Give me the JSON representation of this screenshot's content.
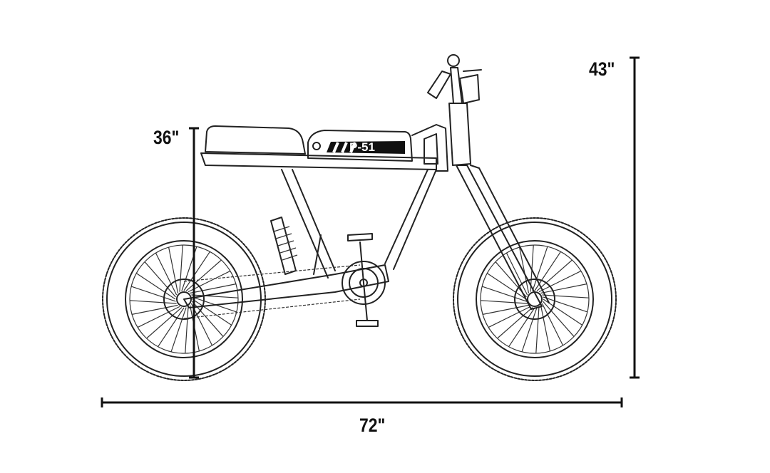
{
  "dimensions": {
    "seat_height": "36\"",
    "overall_height": "43\"",
    "overall_length": "72\""
  },
  "bike": {
    "badge_text": "P-51"
  },
  "colors": {
    "line": "#222222",
    "background": "#ffffff"
  }
}
